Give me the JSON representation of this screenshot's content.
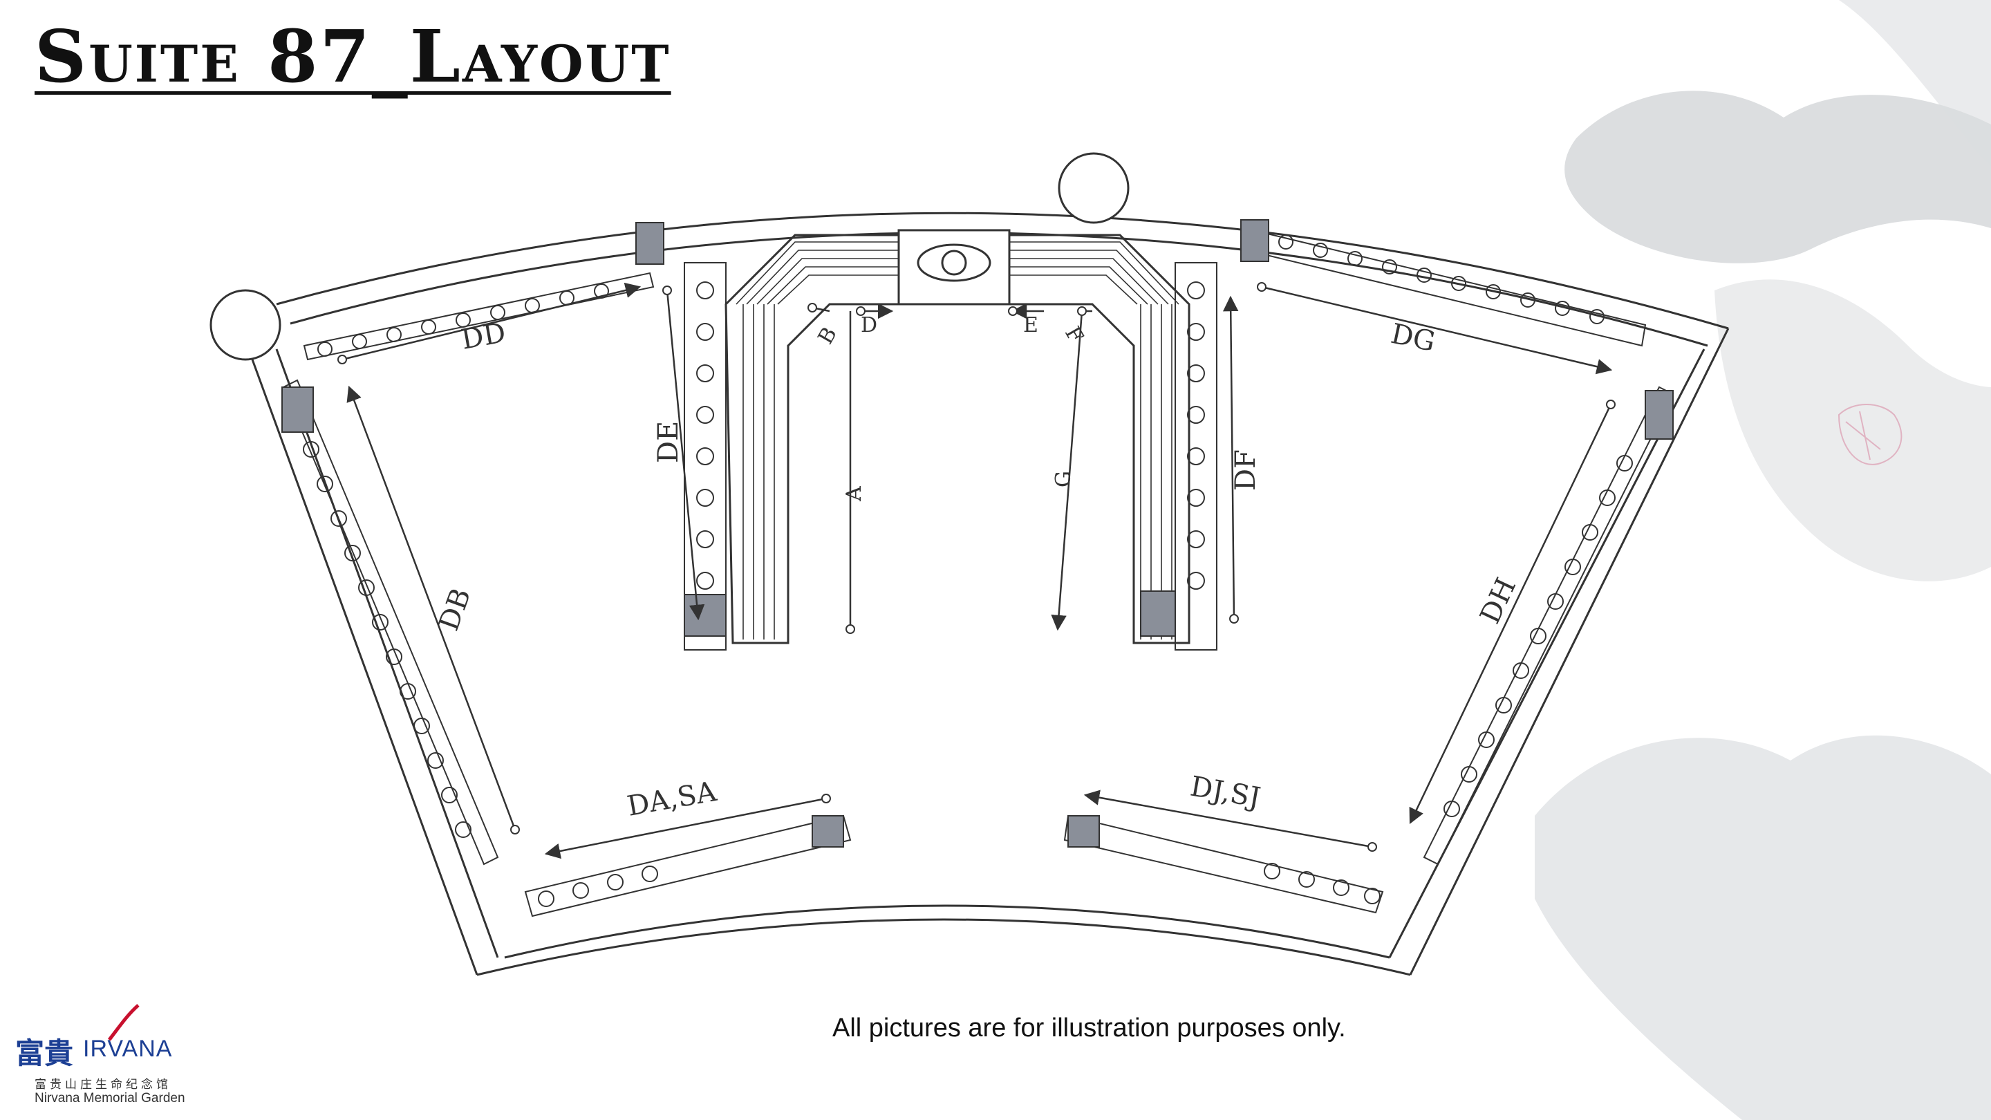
{
  "title": "Suite 87_Layout",
  "disclaimer": "All pictures are for illustration purposes only.",
  "logo": {
    "chinese_name": "富貴",
    "english_name": "IRVANA",
    "chinese_subtitle": "富贵山庄生命纪念馆",
    "english_subtitle": "Nirvana Memorial Garden",
    "brand_color": "#1c3f94",
    "accent_color": "#c8102e"
  },
  "plan": {
    "labels": {
      "dd": "DD",
      "de": "DE",
      "db": "DB",
      "da_sa": "DA,SA",
      "a": "A",
      "b": "B",
      "d": "D",
      "e": "E",
      "f": "F",
      "g": "G",
      "df": "DF",
      "dg": "DG",
      "dh": "DH",
      "dj_sj": "DJ,SJ"
    },
    "line_color": "#333333",
    "shaded_cell_color": "#8a8f99"
  }
}
